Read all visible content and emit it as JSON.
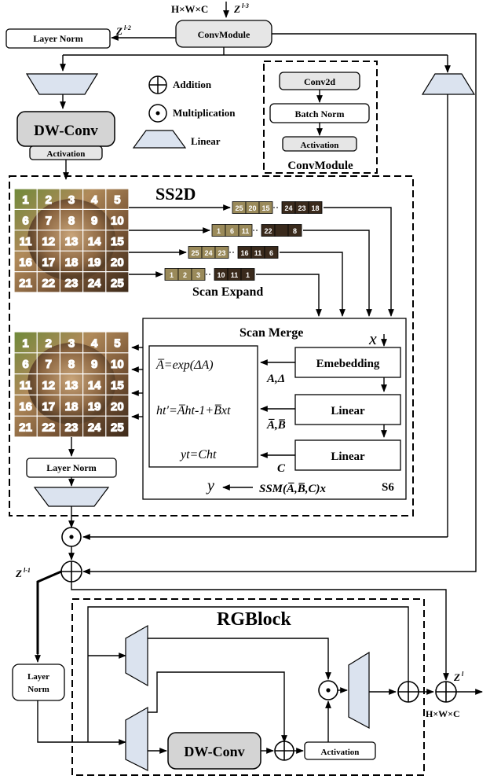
{
  "labels": {
    "hwc_top": "H×W×C",
    "z_l3": "Z",
    "z_l3_sup": "l-3",
    "z_l2": "Z",
    "z_l2_sup": "l-2",
    "z_l1": "Z",
    "z_l1_sup": "l-1",
    "z_l": "Z",
    "z_l_sup": "l",
    "hwc_bottom": "H×W×C"
  },
  "blocks": {
    "conv_module": "ConvModule",
    "layer_norm": "Layer Norm",
    "dw_conv": "DW-Conv",
    "activation": "Activation",
    "conv2d": "Conv2d",
    "batch_norm": "Batch Norm",
    "conv_module_title": "ConvModule",
    "ss2d_title": "SS2D",
    "scan_expand": "Scan Expand",
    "scan_merge": "Scan Merge",
    "embedding": "Emebedding",
    "linear1": "Linear",
    "linear2": "Linear",
    "s6": "S6",
    "rgblock_title": "RGBlock",
    "layer_norm_rg_1": "Layer",
    "layer_norm_rg_2": "Norm",
    "dw_conv_rg": "DW-Conv",
    "activation_rg": "Activation"
  },
  "legend": {
    "addition": "Addition",
    "multiplication": "Multiplication",
    "linear": "Linear"
  },
  "grid": {
    "numbers": [
      "1",
      "2",
      "3",
      "4",
      "5",
      "6",
      "7",
      "8",
      "9",
      "10",
      "11",
      "12",
      "13",
      "14",
      "15",
      "16",
      "17",
      "18",
      "19",
      "20",
      "21",
      "22",
      "23",
      "24",
      "25"
    ]
  },
  "sequences": {
    "seq1": [
      "25",
      "20",
      "15",
      "",
      "24",
      "23",
      "18"
    ],
    "seq2": [
      "1",
      "6",
      "11",
      "",
      "22",
      "",
      "8"
    ],
    "seq3": [
      "25",
      "24",
      "23",
      "",
      "16",
      "11",
      "6"
    ],
    "seq4": [
      "1",
      "2",
      "3",
      "",
      "10",
      "11",
      "1"
    ]
  },
  "equations": {
    "eq_a": "A̅=exp(ΔA)",
    "eq_h": "ht′=A̅ht-1+B̅xt",
    "eq_y": "yt=Cht",
    "a_delta": "A,Δ",
    "a_b_bar": "A̅,B̅",
    "c": "C",
    "x": "x",
    "y": "y",
    "ssm": "SSM(A̅,B̅,C)x"
  },
  "colors": {
    "linear_fill": "#dbe3ef",
    "block_gray": "#d4d4d4",
    "image_tone": "#8a6a45"
  }
}
